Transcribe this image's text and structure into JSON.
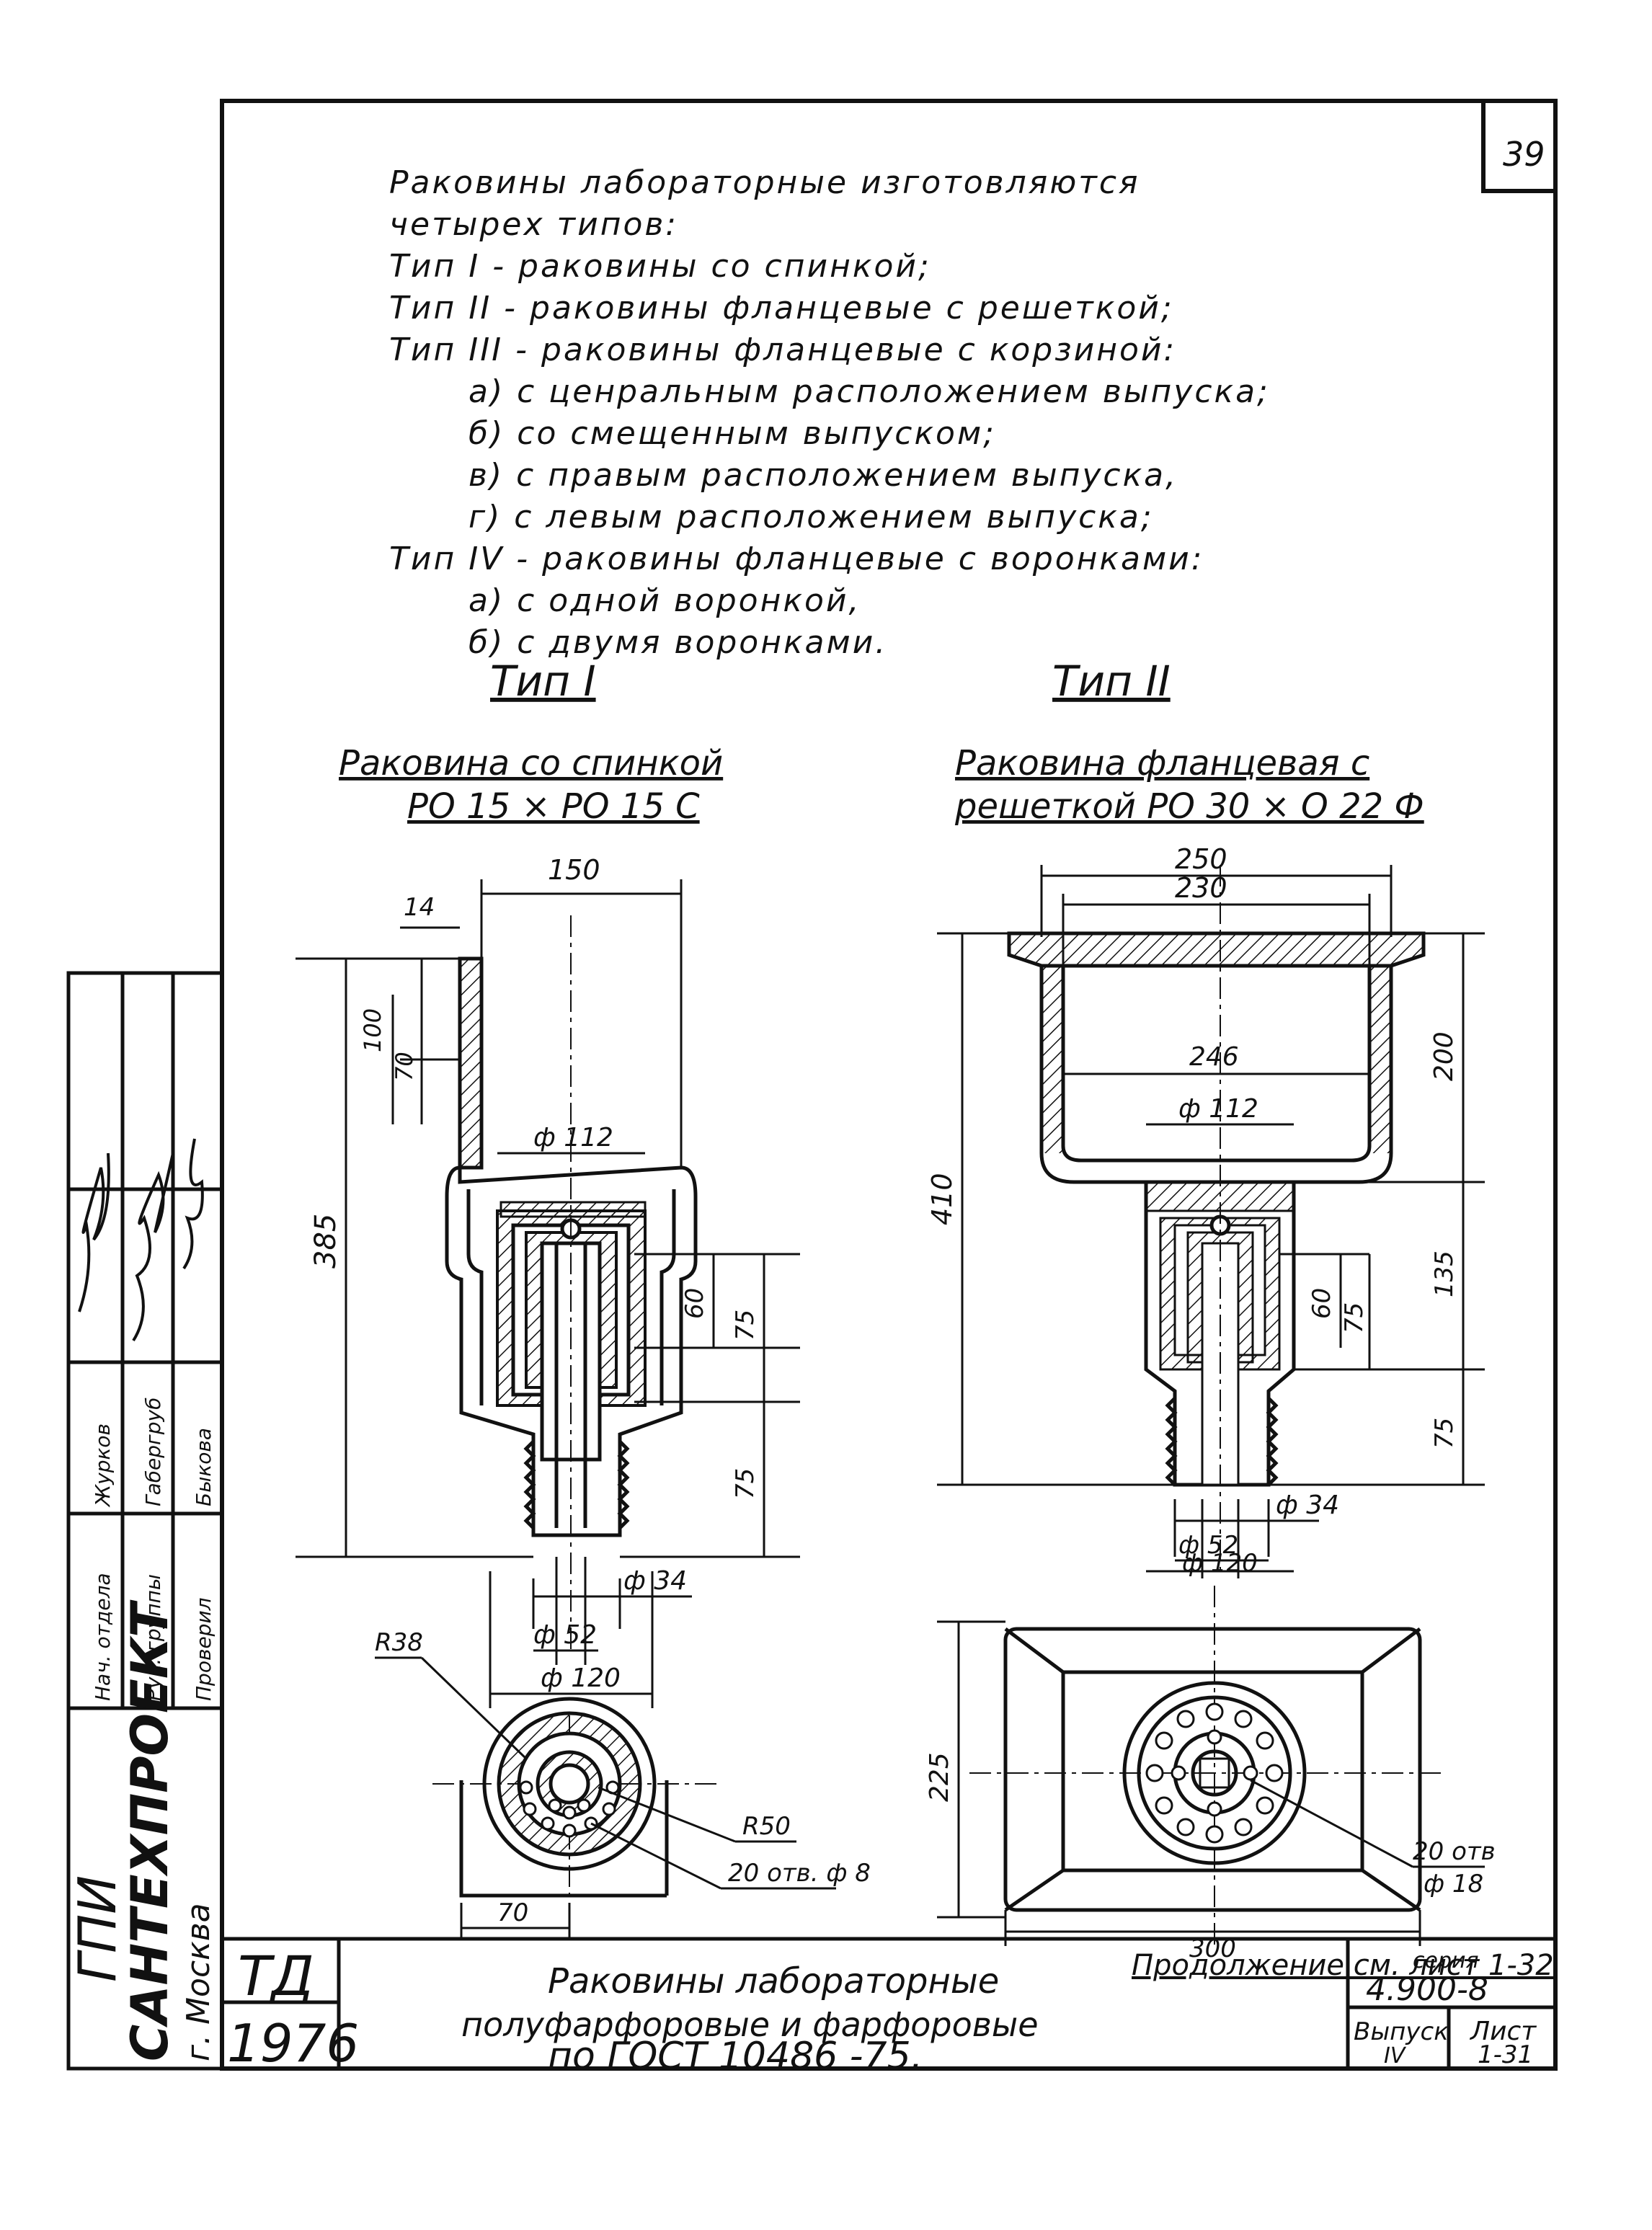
{
  "sheet_number": "39",
  "description": [
    "Раковины   лабораторные      изготовляются",
    "четырех      типов:",
    "Тип  I -   раковины  со   спинкой;",
    "Тип  II -   раковины  фланцевые  с  решеткой;",
    "Тип  III -  раковины  фланцевые  с  корзиной:",
    "а) с ценральным  расположением  выпуска;",
    "б) со  смещенным  выпуском;",
    "в)  с   правым   расположением   выпуска,",
    "г)  с  левым     расположением  выпуска;",
    "Тип  IV -  раковины  фланцевые  с  воронками:",
    "а)  с  одной   воронкой,",
    "б)  с  двумя     воронками."
  ],
  "type1": {
    "heading": "Тип I",
    "title_line1": "Раковина  со   спинкой",
    "title_line2": "РО 15 ×  РО 15 С",
    "dims": {
      "w150": "150",
      "w14": "14",
      "h100": "100",
      "h70": "70",
      "h385": "385",
      "d112": "ф 112",
      "h60": "60",
      "h75a": "75",
      "h75b": "75",
      "d34": "ф 34",
      "d52": "ф 52",
      "d120": "ф 120",
      "r38": "R38",
      "r50": "R50",
      "holes": "20 отв. ф 8",
      "w70": "70"
    }
  },
  "type2": {
    "heading": "Тип II",
    "title_line1": "Раковина  фланцевая  с",
    "title_line2": "решеткой    РО 30 × О 22 Ф",
    "dims": {
      "w250": "250",
      "w230": "230",
      "w246": "246",
      "h410": "410",
      "h200": "200",
      "d112": "ф 112",
      "h60": "60",
      "h75a": "75",
      "h135": "135",
      "h75b": "75",
      "d34": "ф 34",
      "d52": "ф 52",
      "d120": "ф 120",
      "h225": "225",
      "w300": "300",
      "holes1": "20 отв",
      "holes2": "ф 18"
    }
  },
  "continuation": "Продолжение  см.  лист 1-32",
  "main_title": {
    "line1": "Раковины    лабораторные",
    "line2": "полуфарфоровые    и   фарфоровые",
    "line3": "по   ГОСТ  10486 -75."
  },
  "td_code": "ТД",
  "year": "1976",
  "series_label": "серия",
  "series_value": "4.900-8",
  "issue_label": "Выпуск",
  "issue_value": "IV",
  "sheet_label": "Лист",
  "sheet_value": "1-31",
  "org": {
    "line1": "ГПИ",
    "line2": "САНТЕХПРОЕКТ",
    "line3": "г. Москва"
  },
  "signatures": {
    "role1": "Нач. отдела",
    "name1": "Журков",
    "role2": "Рук. группы",
    "name2": "Габергруб",
    "role3": "Проверил",
    "name3": "Быкова"
  }
}
